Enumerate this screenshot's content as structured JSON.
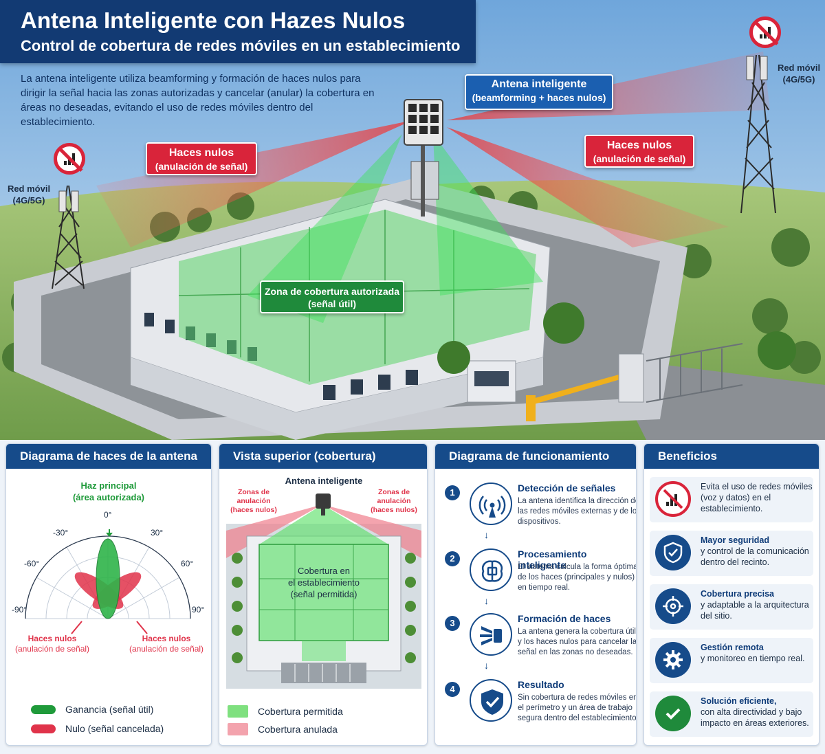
{
  "header": {
    "title": "Antena Inteligente con Hazes Nulos",
    "subtitle": "Control de cobertura de redes móviles en un establecimiento"
  },
  "intro": "La antena inteligente utiliza beamforming y formación de haces nulos para dirigir la señal hacia las zonas autorizadas y cancelar (anular) la cobertura en áreas no deseadas, evitando el uso de redes móviles dentro del establecimiento.",
  "callouts": {
    "antenna_title": "Antena inteligente",
    "antenna_sub": "(beamforming + haces nulos)",
    "null_left_title": "Haces nulos",
    "null_left_sub": "(anulación de señal)",
    "null_right_title": "Haces nulos",
    "null_right_sub": "(anulación de señal)",
    "zone_title": "Zona de cobertura autorizada",
    "zone_sub": "(señal útil)"
  },
  "towers": {
    "left": [
      "Red móvil",
      "(4G/5G)"
    ],
    "right": [
      "Red móvil",
      "(4G/5G)"
    ]
  },
  "panels": {
    "beam_diagram": {
      "header": "Diagrama de haces de la antena",
      "main_beam": [
        "Haz principal",
        "(área autorizada)"
      ],
      "angles": {
        "a0": "0°",
        "a30": "30°",
        "am30": "-30°",
        "a60": "60°",
        "am60": "-60°",
        "a90": "90°",
        "am90": "-90°"
      },
      "null_left": [
        "Haces nulos",
        "(anulación de señal)"
      ],
      "null_right": [
        "Haces nulos",
        "(anulación de señal)"
      ],
      "legend": [
        {
          "label": "Ganancia (señal útil)",
          "color": "#1f9a3a"
        },
        {
          "label": "Nulo (señal cancelada)",
          "color": "#e0334a"
        }
      ]
    },
    "top_view": {
      "header": "Vista superior (cobertura)",
      "antenna": "Antena inteligente",
      "zone_left": [
        "Zonas de anulación",
        "(haces nulos)"
      ],
      "zone_right": [
        "Zonas de anulación",
        "(haces nulos)"
      ],
      "coverage": [
        "Cobertura en",
        "el establecimiento",
        "(señal permitida)"
      ],
      "legend": [
        {
          "label": "Cobertura permitida",
          "color": "#7fe07f"
        },
        {
          "label": "Cobertura anulada",
          "color": "#f3a3ad"
        }
      ]
    },
    "operation": {
      "header": "Diagrama de funcionamiento",
      "steps": [
        {
          "n": "1",
          "title": "Detección de señales",
          "desc": "La antena identifica la dirección de las redes móviles externas y de los dispositivos.",
          "icon": "antenna-signal-icon"
        },
        {
          "n": "2",
          "title": "Procesamiento inteligente",
          "desc": "El sistema calcula la forma óptima de los haces (principales y nulos) en tiempo real.",
          "icon": "brain-chip-icon"
        },
        {
          "n": "3",
          "title": "Formación de haces",
          "desc": "La antena genera la cobertura útil y los haces nulos para cancelar la señal en las zonas no deseadas.",
          "icon": "beam-forming-icon"
        },
        {
          "n": "4",
          "title": "Resultado",
          "desc": "Sin cobertura de redes móviles en el perímetro y un área de trabajo segura dentro del establecimiento.",
          "icon": "shield-check-icon"
        }
      ]
    },
    "benefits": {
      "header": "Beneficios",
      "items": [
        {
          "bold": "",
          "text": "Evita el uso de redes móviles (voz y datos) en el establecimiento.",
          "icon": "no-signal-icon"
        },
        {
          "bold": "Mayor seguridad",
          "text": "y control de la comunicación dentro del recinto.",
          "icon": "shield-icon"
        },
        {
          "bold": "Cobertura precisa",
          "text": "y adaptable a la arquitectura del sitio.",
          "icon": "target-icon"
        },
        {
          "bold": "Gestión remota",
          "text": "y monitoreo en tiempo real.",
          "icon": "gear-icon"
        },
        {
          "bold": "Solución eficiente,",
          "text": "con alta directividad y bajo impacto en áreas exteriores.",
          "icon": "check-circle-icon"
        }
      ]
    }
  },
  "colors": {
    "navy": "#123a73",
    "header_blue": "#164b8a",
    "green": "#1f9a3a",
    "red": "#e0334a"
  }
}
